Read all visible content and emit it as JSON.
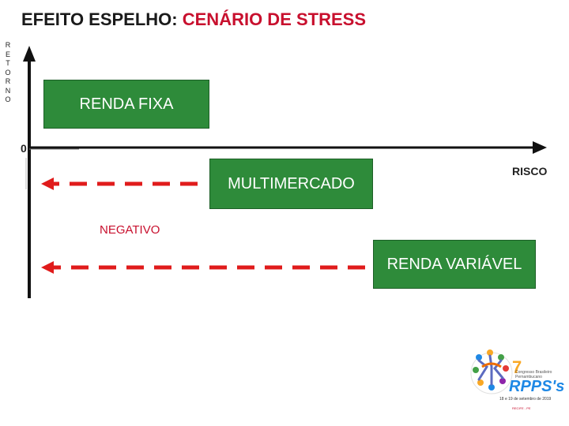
{
  "title": {
    "main": "EFEITO ESPELHO: ",
    "accent": "CENÁRIO DE STRESS"
  },
  "axis": {
    "y_letters": [
      "R",
      "E",
      "T",
      "O",
      "R",
      "N",
      "O"
    ],
    "origin": "0",
    "x_label": "RISCO"
  },
  "labels": {
    "negative": "NEGATIVO"
  },
  "boxes": {
    "renda_fixa": "RENDA FIXA",
    "multimercado": "MULTIMERCADO",
    "renda_variavel": "RENDA VARIÁVEL"
  },
  "logo": {
    "number": "7",
    "big": "RPPS's",
    "small": "Congresso Brasileiro Pernambucano",
    "date": "18 e 19 de setembro de 2019",
    "sub": "RECIFE - PE"
  },
  "colors": {
    "box_green": "#2e8b3a",
    "accent_red": "#c8102e",
    "arrow_red": "#e01b1b",
    "axis": "#111111"
  }
}
